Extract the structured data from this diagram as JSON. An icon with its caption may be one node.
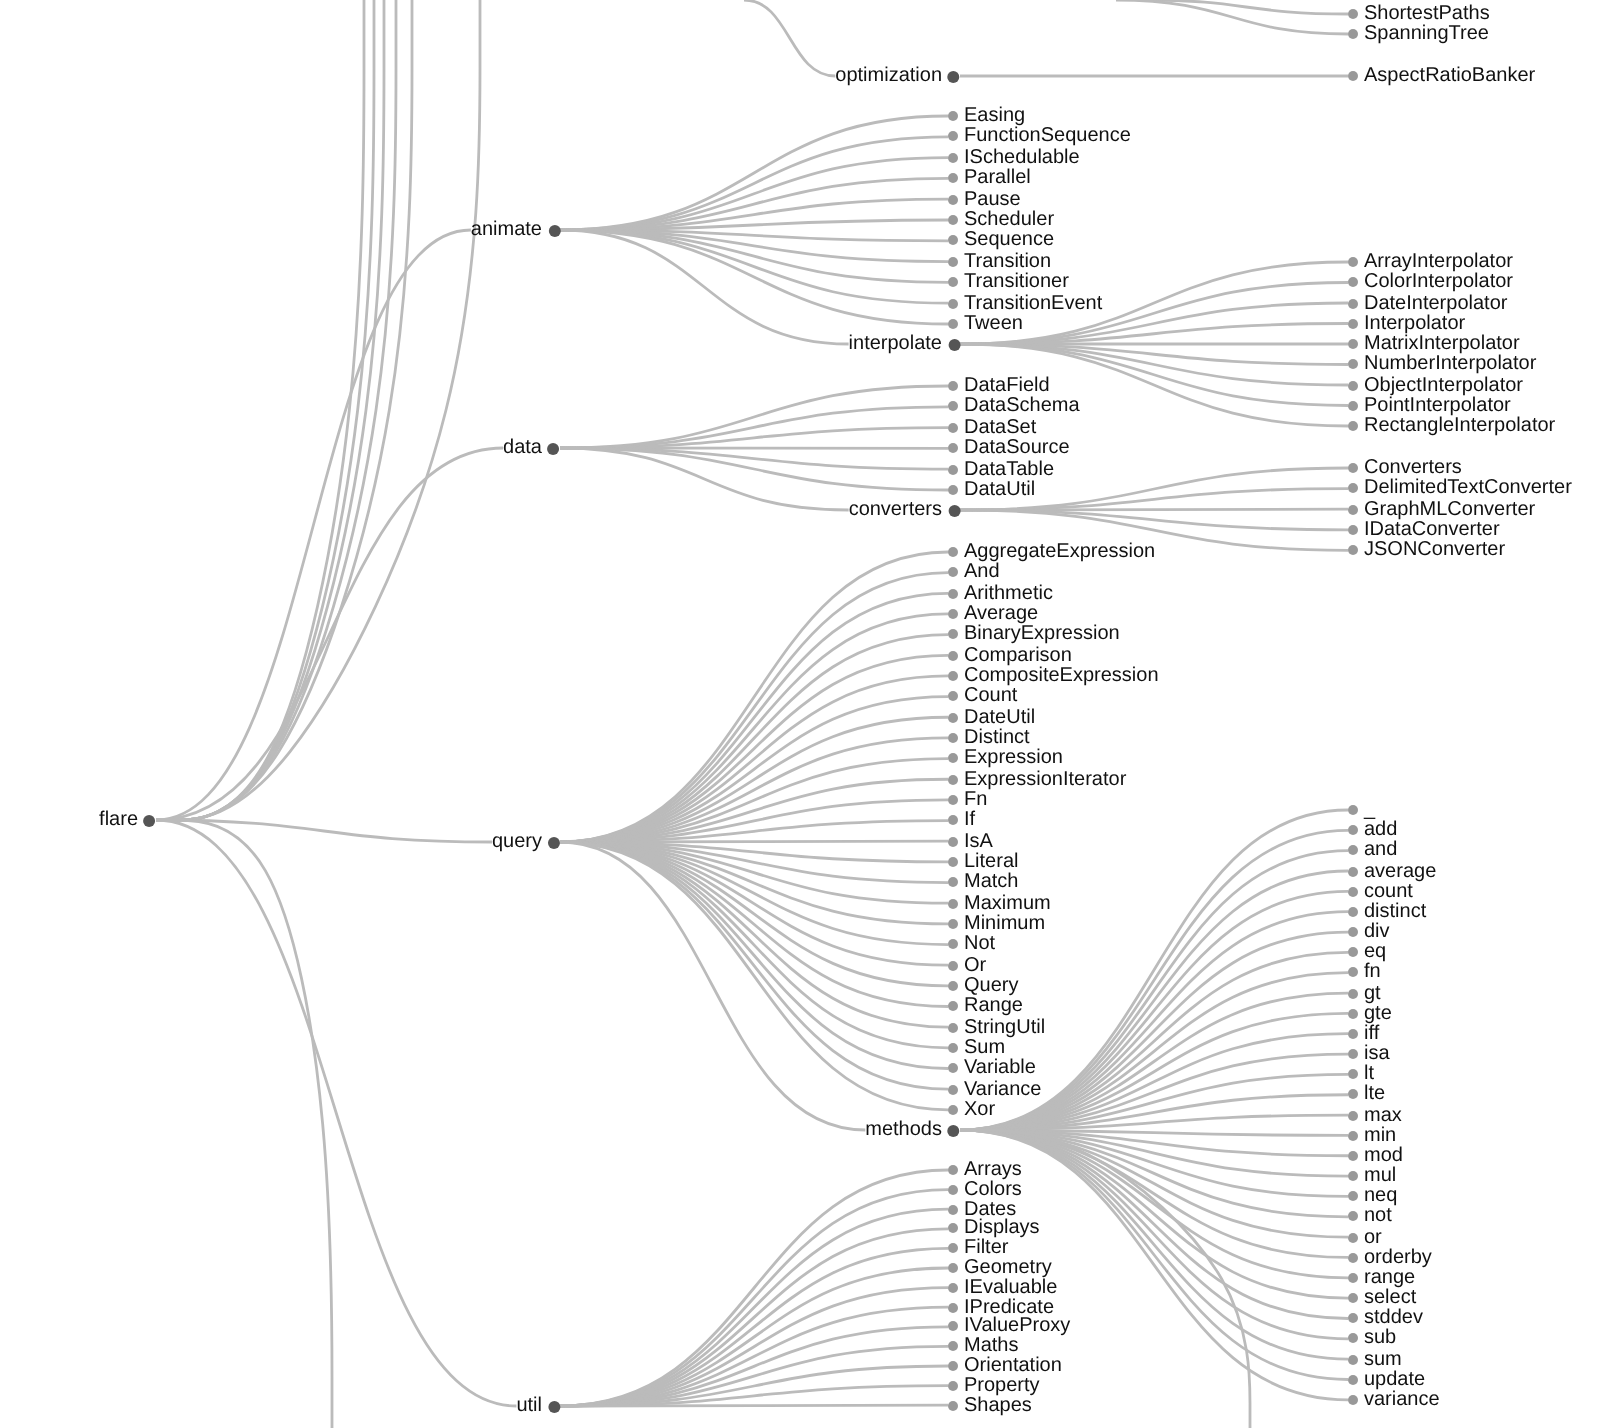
{
  "diagram": {
    "nodes": [
      {
        "text": [
          "ShortestPaths"
        ]
      },
      {
        "text": [
          "SpanningTree"
        ]
      },
      {
        "text": [
          "optimization"
        ]
      },
      {
        "text": [
          "AspectRatioBanker"
        ]
      },
      {
        "text": [
          "animate"
        ]
      },
      {
        "text": [
          "Easing"
        ]
      },
      {
        "text": [
          "FunctionSequence"
        ]
      },
      {
        "text": [
          "ISchedulable"
        ]
      },
      {
        "text": [
          "Parallel"
        ]
      },
      {
        "text": [
          "Pause"
        ]
      },
      {
        "text": [
          "Scheduler"
        ]
      },
      {
        "text": [
          "Sequence"
        ]
      },
      {
        "text": [
          "Transition"
        ]
      },
      {
        "text": [
          "Transitioner"
        ]
      },
      {
        "text": [
          "TransitionEvent"
        ]
      },
      {
        "text": [
          "Tween"
        ]
      },
      {
        "text": [
          "interpolate"
        ]
      },
      {
        "text": [
          "ArrayInterpolator"
        ]
      },
      {
        "text": [
          "ColorInterpolator"
        ]
      },
      {
        "text": [
          "DateInterpolator"
        ]
      },
      {
        "text": [
          "Interpolator"
        ]
      },
      {
        "text": [
          "MatrixInterpolator"
        ]
      },
      {
        "text": [
          "NumberInterpolator"
        ]
      },
      {
        "text": [
          "ObjectInterpolator"
        ]
      },
      {
        "text": [
          "PointInterpolator"
        ]
      },
      {
        "text": [
          "RectangleInterpolator"
        ]
      },
      {
        "text": [
          "data"
        ]
      },
      {
        "text": [
          "DataField"
        ]
      },
      {
        "text": [
          "DataSchema"
        ]
      },
      {
        "text": [
          "DataSet"
        ]
      },
      {
        "text": [
          "DataSource"
        ]
      },
      {
        "text": [
          "DataTable"
        ]
      },
      {
        "text": [
          "DataUtil"
        ]
      },
      {
        "text": [
          "converters"
        ]
      },
      {
        "text": [
          "Converters"
        ]
      },
      {
        "text": [
          "DelimitedTextConverter"
        ]
      },
      {
        "text": [
          "GraphMLConverter"
        ]
      },
      {
        "text": [
          "IDataConverter"
        ]
      },
      {
        "text": [
          "JSONConverter"
        ]
      },
      {
        "text": [
          "flare"
        ]
      },
      {
        "text": [
          "query"
        ]
      },
      {
        "text": [
          "AggregateExpression"
        ]
      },
      {
        "text": [
          "And"
        ]
      },
      {
        "text": [
          "Arithmetic"
        ]
      },
      {
        "text": [
          "Average"
        ]
      },
      {
        "text": [
          "BinaryExpression"
        ]
      },
      {
        "text": [
          "Comparison"
        ]
      },
      {
        "text": [
          "CompositeExpression"
        ]
      },
      {
        "text": [
          "Count"
        ]
      },
      {
        "text": [
          "DateUtil"
        ]
      },
      {
        "text": [
          "Distinct"
        ]
      },
      {
        "text": [
          "Expression"
        ]
      },
      {
        "text": [
          "ExpressionIterator"
        ]
      },
      {
        "text": [
          "Fn"
        ]
      },
      {
        "text": [
          "If"
        ]
      },
      {
        "text": [
          "IsA"
        ]
      },
      {
        "text": [
          "Literal"
        ]
      },
      {
        "text": [
          "Match"
        ]
      },
      {
        "text": [
          "Maximum"
        ]
      },
      {
        "text": [
          "Minimum"
        ]
      },
      {
        "text": [
          "Not"
        ]
      },
      {
        "text": [
          "Or"
        ]
      },
      {
        "text": [
          "Query"
        ]
      },
      {
        "text": [
          "Range"
        ]
      },
      {
        "text": [
          "StringUtil"
        ]
      },
      {
        "text": [
          "Sum"
        ]
      },
      {
        "text": [
          "Variable"
        ]
      },
      {
        "text": [
          "Variance"
        ]
      },
      {
        "text": [
          "Xor"
        ]
      },
      {
        "text": [
          "methods"
        ]
      },
      {
        "text": [
          "_"
        ]
      },
      {
        "text": [
          "add"
        ]
      },
      {
        "text": [
          "and"
        ]
      },
      {
        "text": [
          "average"
        ]
      },
      {
        "text": [
          "count"
        ]
      },
      {
        "text": [
          "distinct"
        ]
      },
      {
        "text": [
          "div"
        ]
      },
      {
        "text": [
          "eq"
        ]
      },
      {
        "text": [
          "fn"
        ]
      },
      {
        "text": [
          "gt"
        ]
      },
      {
        "text": [
          "gte"
        ]
      },
      {
        "text": [
          "iff"
        ]
      },
      {
        "text": [
          "isa"
        ]
      },
      {
        "text": [
          "lt"
        ]
      },
      {
        "text": [
          "lte"
        ]
      },
      {
        "text": [
          "max"
        ]
      },
      {
        "text": [
          "min"
        ]
      },
      {
        "text": [
          "mod"
        ]
      },
      {
        "text": [
          "mul"
        ]
      },
      {
        "text": [
          "neq"
        ]
      },
      {
        "text": [
          "not"
        ]
      },
      {
        "text": [
          "or"
        ]
      },
      {
        "text": [
          "orderby"
        ]
      },
      {
        "text": [
          "range"
        ]
      },
      {
        "text": [
          "select"
        ]
      },
      {
        "text": [
          "stddev"
        ]
      },
      {
        "text": [
          "sub"
        ]
      },
      {
        "text": [
          "sum"
        ]
      },
      {
        "text": [
          "update"
        ]
      },
      {
        "text": [
          "variance"
        ]
      },
      {
        "text": [
          "util"
        ]
      },
      {
        "text": [
          "Arrays"
        ]
      },
      {
        "text": [
          "Colors"
        ]
      },
      {
        "text": [
          "Dates"
        ]
      },
      {
        "text": [
          "Displays"
        ]
      },
      {
        "text": [
          "Filter"
        ]
      },
      {
        "text": [
          "Geometry"
        ]
      },
      {
        "text": [
          "IEvaluable"
        ]
      },
      {
        "text": [
          "IPredicate"
        ]
      },
      {
        "text": [
          "IValueProxy"
        ]
      },
      {
        "text": [
          "Maths"
        ]
      },
      {
        "text": [
          "Orientation"
        ]
      },
      {
        "text": [
          "Property"
        ]
      },
      {
        "text": [
          "Shapes"
        ]
      }
    ],
    "edges": [
      {
        "from": 39,
        "to": 4,
        "arrow": "none"
      },
      {
        "from": 39,
        "to": 26,
        "arrow": "none"
      },
      {
        "from": 39,
        "to": 40,
        "arrow": "none"
      },
      {
        "from": 39,
        "to": 100,
        "arrow": "none"
      },
      {
        "from": 39,
        "to": null,
        "arrow": "none"
      },
      {
        "from": 39,
        "to": null,
        "arrow": "none"
      },
      {
        "from": 39,
        "to": null,
        "arrow": "none"
      },
      {
        "from": 39,
        "to": null,
        "arrow": "none"
      },
      {
        "from": 39,
        "to": null,
        "arrow": "none"
      },
      {
        "from": 39,
        "to": null,
        "arrow": "none"
      },
      {
        "from": 39,
        "to": null,
        "arrow": "none"
      },
      {
        "from": 4,
        "to": 5,
        "arrow": "none"
      },
      {
        "from": 4,
        "to": 6,
        "arrow": "none"
      },
      {
        "from": 4,
        "to": 7,
        "arrow": "none"
      },
      {
        "from": 4,
        "to": 8,
        "arrow": "none"
      },
      {
        "from": 4,
        "to": 9,
        "arrow": "none"
      },
      {
        "from": 4,
        "to": 10,
        "arrow": "none"
      },
      {
        "from": 4,
        "to": 11,
        "arrow": "none"
      },
      {
        "from": 4,
        "to": 12,
        "arrow": "none"
      },
      {
        "from": 4,
        "to": 13,
        "arrow": "none"
      },
      {
        "from": 4,
        "to": 14,
        "arrow": "none"
      },
      {
        "from": 4,
        "to": 15,
        "arrow": "none"
      },
      {
        "from": 4,
        "to": 16,
        "arrow": "none"
      },
      {
        "from": 16,
        "to": 17,
        "arrow": "none"
      },
      {
        "from": 16,
        "to": 18,
        "arrow": "none"
      },
      {
        "from": 16,
        "to": 19,
        "arrow": "none"
      },
      {
        "from": 16,
        "to": 20,
        "arrow": "none"
      },
      {
        "from": 16,
        "to": 21,
        "arrow": "none"
      },
      {
        "from": 16,
        "to": 22,
        "arrow": "none"
      },
      {
        "from": 16,
        "to": 23,
        "arrow": "none"
      },
      {
        "from": 16,
        "to": 24,
        "arrow": "none"
      },
      {
        "from": 16,
        "to": 25,
        "arrow": "none"
      },
      {
        "from": 26,
        "to": 27,
        "arrow": "none"
      },
      {
        "from": 26,
        "to": 28,
        "arrow": "none"
      },
      {
        "from": 26,
        "to": 29,
        "arrow": "none"
      },
      {
        "from": 26,
        "to": 30,
        "arrow": "none"
      },
      {
        "from": 26,
        "to": 31,
        "arrow": "none"
      },
      {
        "from": 26,
        "to": 32,
        "arrow": "none"
      },
      {
        "from": 26,
        "to": 33,
        "arrow": "none"
      },
      {
        "from": 33,
        "to": 34,
        "arrow": "none"
      },
      {
        "from": 33,
        "to": 35,
        "arrow": "none"
      },
      {
        "from": 33,
        "to": 36,
        "arrow": "none"
      },
      {
        "from": 33,
        "to": 37,
        "arrow": "none"
      },
      {
        "from": 33,
        "to": 38,
        "arrow": "none"
      },
      {
        "from": 40,
        "to": 41,
        "arrow": "none"
      },
      {
        "from": 40,
        "to": 42,
        "arrow": "none"
      },
      {
        "from": 40,
        "to": 43,
        "arrow": "none"
      },
      {
        "from": 40,
        "to": 44,
        "arrow": "none"
      },
      {
        "from": 40,
        "to": 45,
        "arrow": "none"
      },
      {
        "from": 40,
        "to": 46,
        "arrow": "none"
      },
      {
        "from": 40,
        "to": 47,
        "arrow": "none"
      },
      {
        "from": 40,
        "to": 48,
        "arrow": "none"
      },
      {
        "from": 40,
        "to": 49,
        "arrow": "none"
      },
      {
        "from": 40,
        "to": 50,
        "arrow": "none"
      },
      {
        "from": 40,
        "to": 51,
        "arrow": "none"
      },
      {
        "from": 40,
        "to": 52,
        "arrow": "none"
      },
      {
        "from": 40,
        "to": 53,
        "arrow": "none"
      },
      {
        "from": 40,
        "to": 54,
        "arrow": "none"
      },
      {
        "from": 40,
        "to": 55,
        "arrow": "none"
      },
      {
        "from": 40,
        "to": 56,
        "arrow": "none"
      },
      {
        "from": 40,
        "to": 57,
        "arrow": "none"
      },
      {
        "from": 40,
        "to": 58,
        "arrow": "none"
      },
      {
        "from": 40,
        "to": 59,
        "arrow": "none"
      },
      {
        "from": 40,
        "to": 60,
        "arrow": "none"
      },
      {
        "from": 40,
        "to": 61,
        "arrow": "none"
      },
      {
        "from": 40,
        "to": 62,
        "arrow": "none"
      },
      {
        "from": 40,
        "to": 63,
        "arrow": "none"
      },
      {
        "from": 40,
        "to": 64,
        "arrow": "none"
      },
      {
        "from": 40,
        "to": 65,
        "arrow": "none"
      },
      {
        "from": 40,
        "to": 66,
        "arrow": "none"
      },
      {
        "from": 40,
        "to": 67,
        "arrow": "none"
      },
      {
        "from": 40,
        "to": 68,
        "arrow": "none"
      },
      {
        "from": 40,
        "to": 69,
        "arrow": "none"
      },
      {
        "from": 69,
        "to": 70,
        "arrow": "none"
      },
      {
        "from": 69,
        "to": 71,
        "arrow": "none"
      },
      {
        "from": 69,
        "to": 72,
        "arrow": "none"
      },
      {
        "from": 69,
        "to": 73,
        "arrow": "none"
      },
      {
        "from": 69,
        "to": 74,
        "arrow": "none"
      },
      {
        "from": 69,
        "to": 75,
        "arrow": "none"
      },
      {
        "from": 69,
        "to": 76,
        "arrow": "none"
      },
      {
        "from": 69,
        "to": 77,
        "arrow": "none"
      },
      {
        "from": 69,
        "to": 78,
        "arrow": "none"
      },
      {
        "from": 69,
        "to": 79,
        "arrow": "none"
      },
      {
        "from": 69,
        "to": 80,
        "arrow": "none"
      },
      {
        "from": 69,
        "to": 81,
        "arrow": "none"
      },
      {
        "from": 69,
        "to": 82,
        "arrow": "none"
      },
      {
        "from": 69,
        "to": 83,
        "arrow": "none"
      },
      {
        "from": 69,
        "to": 84,
        "arrow": "none"
      },
      {
        "from": 69,
        "to": 85,
        "arrow": "none"
      },
      {
        "from": 69,
        "to": 86,
        "arrow": "none"
      },
      {
        "from": 69,
        "to": 87,
        "arrow": "none"
      },
      {
        "from": 69,
        "to": 88,
        "arrow": "none"
      },
      {
        "from": 69,
        "to": 89,
        "arrow": "none"
      },
      {
        "from": 69,
        "to": 90,
        "arrow": "none"
      },
      {
        "from": 69,
        "to": 91,
        "arrow": "none"
      },
      {
        "from": 69,
        "to": 92,
        "arrow": "none"
      },
      {
        "from": 69,
        "to": 93,
        "arrow": "none"
      },
      {
        "from": 69,
        "to": 94,
        "arrow": "none"
      },
      {
        "from": 69,
        "to": 95,
        "arrow": "none"
      },
      {
        "from": 69,
        "to": 96,
        "arrow": "none"
      },
      {
        "from": 69,
        "to": 97,
        "arrow": "none"
      },
      {
        "from": 69,
        "to": 98,
        "arrow": "none"
      },
      {
        "from": 69,
        "to": 99,
        "arrow": "none"
      },
      {
        "from": 69,
        "to": null,
        "arrow": "none"
      },
      {
        "from": 100,
        "to": 101,
        "arrow": "none"
      },
      {
        "from": 100,
        "to": 102,
        "arrow": "none"
      },
      {
        "from": 100,
        "to": 103,
        "arrow": "none"
      },
      {
        "from": 100,
        "to": 104,
        "arrow": "none"
      },
      {
        "from": 100,
        "to": 105,
        "arrow": "none"
      },
      {
        "from": 100,
        "to": 106,
        "arrow": "none"
      },
      {
        "from": 100,
        "to": 107,
        "arrow": "none"
      },
      {
        "from": 100,
        "to": 108,
        "arrow": "none"
      },
      {
        "from": 100,
        "to": 109,
        "arrow": "none"
      },
      {
        "from": 100,
        "to": 110,
        "arrow": "none"
      },
      {
        "from": 100,
        "to": 111,
        "arrow": "none"
      },
      {
        "from": 100,
        "to": 112,
        "arrow": "none"
      },
      {
        "from": 100,
        "to": 113,
        "arrow": "none"
      },
      {
        "from": null,
        "to": 2,
        "arrow": "none"
      },
      {
        "from": null,
        "to": 0,
        "arrow": "none"
      },
      {
        "from": null,
        "to": 1,
        "arrow": "none"
      },
      {
        "from": 2,
        "to": 3,
        "arrow": "none"
      }
    ]
  }
}
